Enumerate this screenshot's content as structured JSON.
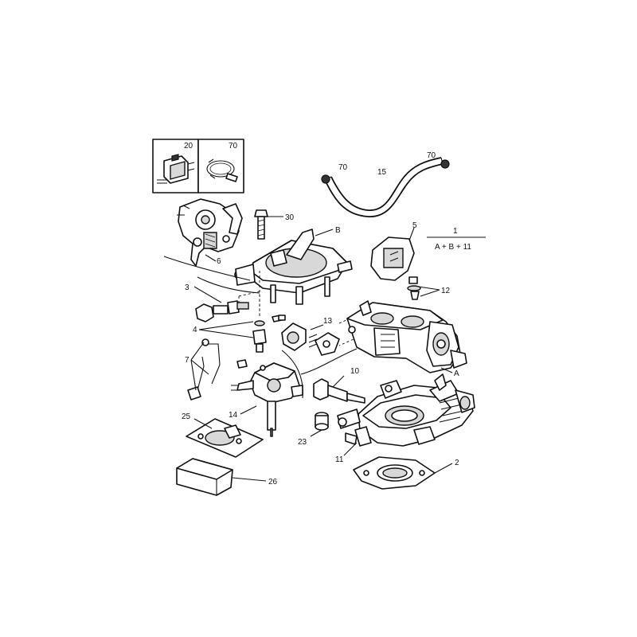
{
  "diagram": {
    "labels": [
      {
        "id": "label-20",
        "text": "20"
      },
      {
        "id": "label-70-inset",
        "text": "70"
      },
      {
        "id": "label-70-left",
        "text": "70"
      },
      {
        "id": "label-70-right",
        "text": "70"
      },
      {
        "id": "label-15",
        "text": "15"
      },
      {
        "id": "label-30",
        "text": "30"
      },
      {
        "id": "label-b",
        "text": "B"
      },
      {
        "id": "label-5",
        "text": "5"
      },
      {
        "id": "label-1",
        "text": "1"
      },
      {
        "id": "label-kit",
        "text": "A + B + 11"
      },
      {
        "id": "label-6",
        "text": "6"
      },
      {
        "id": "label-3",
        "text": "3"
      },
      {
        "id": "label-12",
        "text": "12"
      },
      {
        "id": "label-4",
        "text": "4"
      },
      {
        "id": "label-13",
        "text": "13"
      },
      {
        "id": "label-7",
        "text": "7"
      },
      {
        "id": "label-a",
        "text": "A"
      },
      {
        "id": "label-10",
        "text": "10"
      },
      {
        "id": "label-14",
        "text": "14"
      },
      {
        "id": "label-25",
        "text": "25"
      },
      {
        "id": "label-23",
        "text": "23"
      },
      {
        "id": "label-11",
        "text": "11"
      },
      {
        "id": "label-2",
        "text": "2"
      },
      {
        "id": "label-26",
        "text": "26"
      }
    ]
  }
}
